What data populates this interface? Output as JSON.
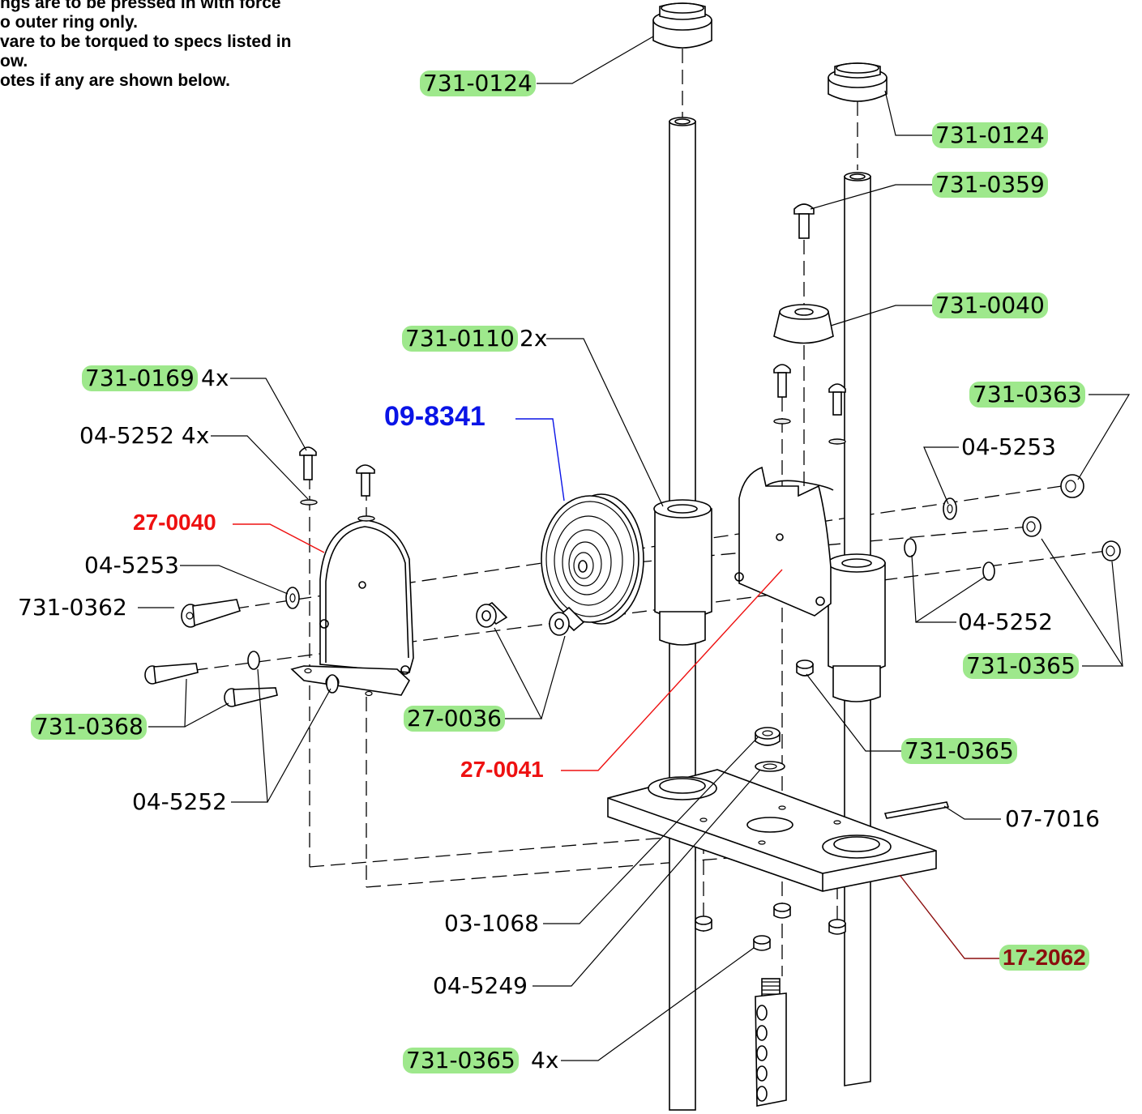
{
  "notes": [
    "ngs are to be pressed in with force",
    "o outer ring only.",
    "vare to be torqued to specs listed in",
    "ow.",
    "otes if any are shown below."
  ],
  "labels": {
    "l_731_0124_a": "731-0124",
    "l_731_0124_b": "731-0124",
    "l_731_0359": "731-0359",
    "l_731_0040": "731-0040",
    "l_731_0110": "731-0110",
    "l_731_0110_qty": "2x",
    "l_731_0169": "731-0169",
    "l_731_0169_qty": "4x",
    "l_04_5252_top": "04-5252 4x",
    "l_09_8341": "09-8341",
    "l_731_0363": "731-0363",
    "l_04_5253_right": "04-5253",
    "l_27_0040": "27-0040",
    "l_04_5253_left": "04-5253",
    "l_731_0362": "731-0362",
    "l_04_5252_right": "04-5252",
    "l_731_0365_right": "731-0365",
    "l_731_0368": "731-0368",
    "l_27_0036": "27-0036",
    "l_731_0365_mid": "731-0365",
    "l_27_0041": "27-0041",
    "l_04_5252_left": "04-5252",
    "l_07_7016": "07-7016",
    "l_03_1068": "03-1068",
    "l_04_5249": "04-5249",
    "l_17_2062": "17-2062",
    "l_731_0365_bottom": "731-0365",
    "l_731_0365_bottom_qty": "4x"
  },
  "colors": {
    "highlight": "#9ee88c",
    "assembly_blue": "#0a14e6",
    "part_red": "#ee1111",
    "base_darkred": "#8b0e0e",
    "line_black": "#000000"
  }
}
